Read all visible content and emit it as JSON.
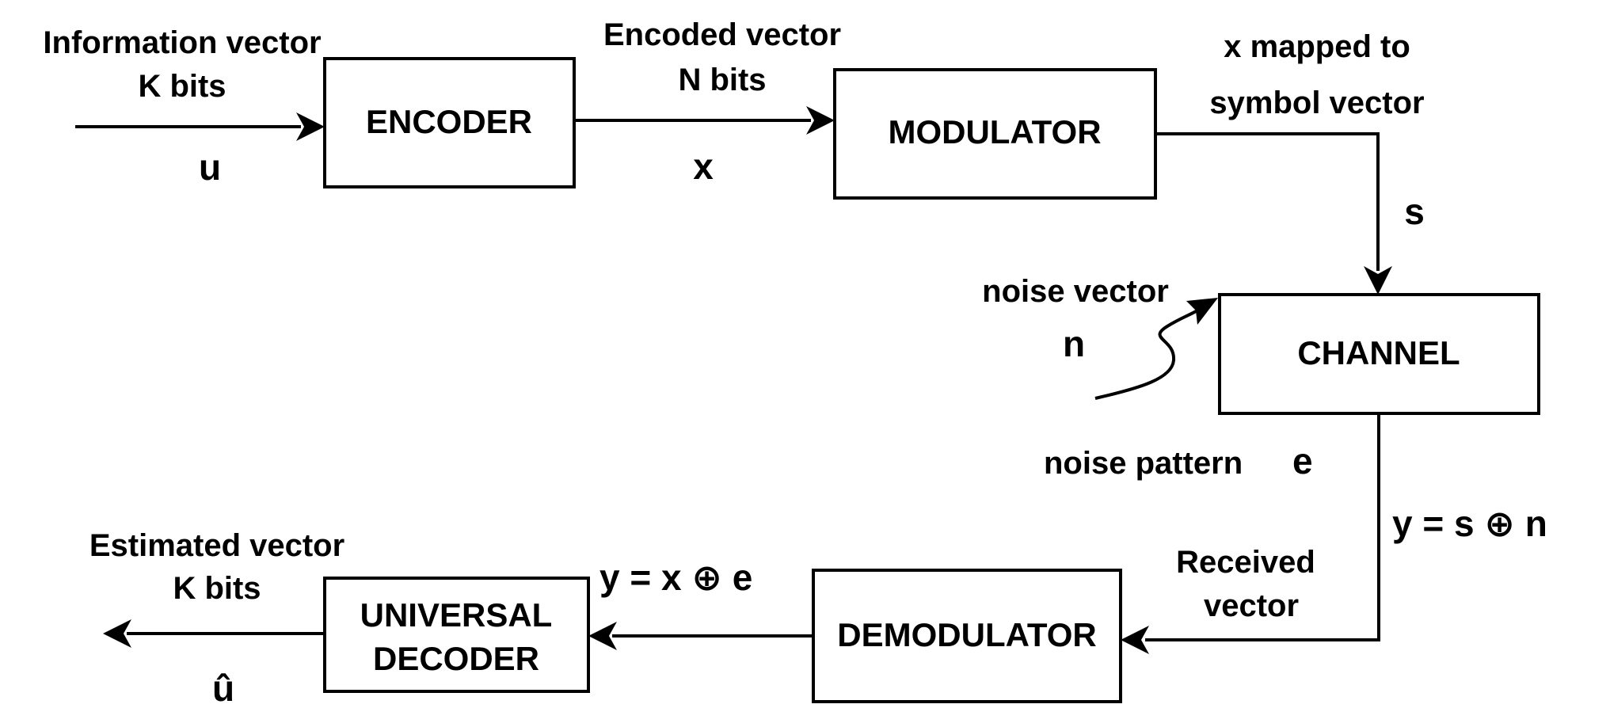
{
  "blocks": {
    "encoder": "ENCODER",
    "modulator": "MODULATOR",
    "channel": "CHANNEL",
    "demodulator": "DEMODULATOR",
    "decoder_line1": "UNIVERSAL",
    "decoder_line2": "DECODER"
  },
  "labels": {
    "info_line1": "Information vector",
    "info_line2": "K bits",
    "info_symbol": "u",
    "encoded_line1": "Encoded vector",
    "encoded_line2": "N bits",
    "encoded_symbol": "x",
    "mapped_line1": "x mapped to",
    "mapped_line2": "symbol vector",
    "symbol_s": "s",
    "noise_vector": "noise vector",
    "noise_symbol": "n",
    "noise_pattern": "noise pattern",
    "noise_pattern_symbol": "e",
    "channel_output": "y = s ⊕ n",
    "received_line1": "Received",
    "received_line2": "vector",
    "demod_output": "y = x ⊕ e",
    "estimated_line1": "Estimated vector",
    "estimated_line2": "K bits",
    "estimated_symbol": "û"
  }
}
